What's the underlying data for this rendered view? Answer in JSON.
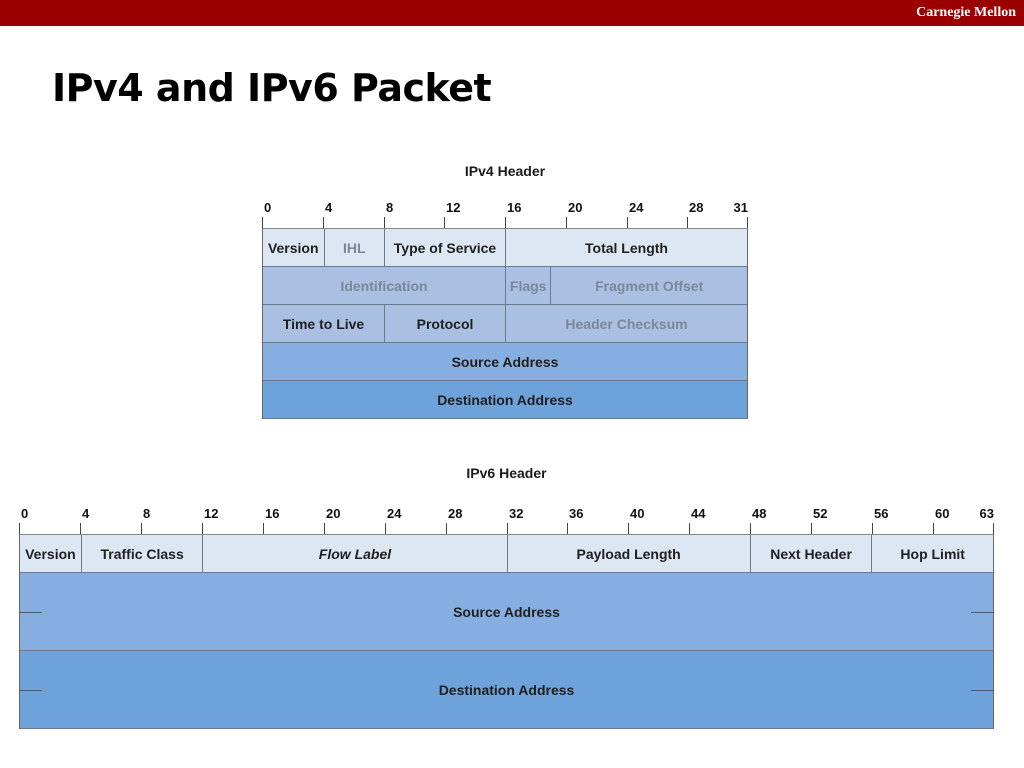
{
  "brand": "Carnegie Mellon",
  "title": "IPv4 and IPv6 Packet",
  "colors": {
    "bar": "#9b0000",
    "row_light": "#dde6f3",
    "row_mid": "#a9c0e2",
    "row_blue": "#87aee0",
    "row_dark": "#6ea2da"
  },
  "ipv4": {
    "title": "IPv4 Header",
    "bits": 32,
    "ticks": [
      "0",
      "4",
      "8",
      "12",
      "16",
      "20",
      "24",
      "28",
      "31"
    ],
    "tick_positions": [
      0,
      4,
      8,
      12,
      16,
      20,
      24,
      28,
      32
    ],
    "rows": [
      {
        "shade": "row_light",
        "fields": [
          {
            "label": "Version",
            "start": 0,
            "bits": 4,
            "style": ""
          },
          {
            "label": "IHL",
            "start": 4,
            "bits": 4,
            "style": "faded"
          },
          {
            "label": "Type of Service",
            "start": 8,
            "bits": 8,
            "style": ""
          },
          {
            "label": "Total Length",
            "start": 16,
            "bits": 16,
            "style": ""
          }
        ]
      },
      {
        "shade": "row_mid",
        "fields": [
          {
            "label": "Identification",
            "start": 0,
            "bits": 16,
            "style": "faded"
          },
          {
            "label": "Flags",
            "start": 16,
            "bits": 3,
            "style": "faded"
          },
          {
            "label": "Fragment Offset",
            "start": 19,
            "bits": 13,
            "style": "faded"
          }
        ]
      },
      {
        "shade": "row_mid",
        "fields": [
          {
            "label": "Time to Live",
            "start": 0,
            "bits": 8,
            "style": ""
          },
          {
            "label": "Protocol",
            "start": 8,
            "bits": 8,
            "style": ""
          },
          {
            "label": "Header Checksum",
            "start": 16,
            "bits": 16,
            "style": "faded"
          }
        ]
      },
      {
        "shade": "row_blue",
        "fields": [
          {
            "label": "Source Address",
            "start": 0,
            "bits": 32,
            "style": ""
          }
        ]
      },
      {
        "shade": "row_dark",
        "fields": [
          {
            "label": "Destination Address",
            "start": 0,
            "bits": 32,
            "style": ""
          }
        ]
      }
    ]
  },
  "ipv6": {
    "title": "IPv6 Header",
    "bits": 64,
    "ticks": [
      "0",
      "4",
      "8",
      "12",
      "16",
      "20",
      "24",
      "28",
      "32",
      "36",
      "40",
      "44",
      "48",
      "52",
      "56",
      "60",
      "63"
    ],
    "tick_positions": [
      0,
      4,
      8,
      12,
      16,
      20,
      24,
      28,
      32,
      36,
      40,
      44,
      48,
      52,
      56,
      60,
      64
    ],
    "rows": [
      {
        "shade": "row_light",
        "fields": [
          {
            "label": "Version",
            "start": 0,
            "bits": 4,
            "style": ""
          },
          {
            "label": "Traffic Class",
            "start": 4,
            "bits": 8,
            "style": ""
          },
          {
            "label": "Flow Label",
            "start": 12,
            "bits": 20,
            "style": "italic"
          },
          {
            "label": "Payload Length",
            "start": 32,
            "bits": 16,
            "style": ""
          },
          {
            "label": "Next Header",
            "start": 48,
            "bits": 8,
            "style": ""
          },
          {
            "label": "Hop Limit",
            "start": 56,
            "bits": 8,
            "style": ""
          }
        ]
      },
      {
        "shade": "row_blue",
        "fields": [
          {
            "label": "Source Address",
            "start": 0,
            "bits": 64,
            "style": "",
            "dashes": true
          }
        ]
      },
      {
        "shade": "row_dark",
        "fields": [
          {
            "label": "Destination Address",
            "start": 0,
            "bits": 64,
            "style": "",
            "dashes": true
          }
        ]
      }
    ]
  }
}
